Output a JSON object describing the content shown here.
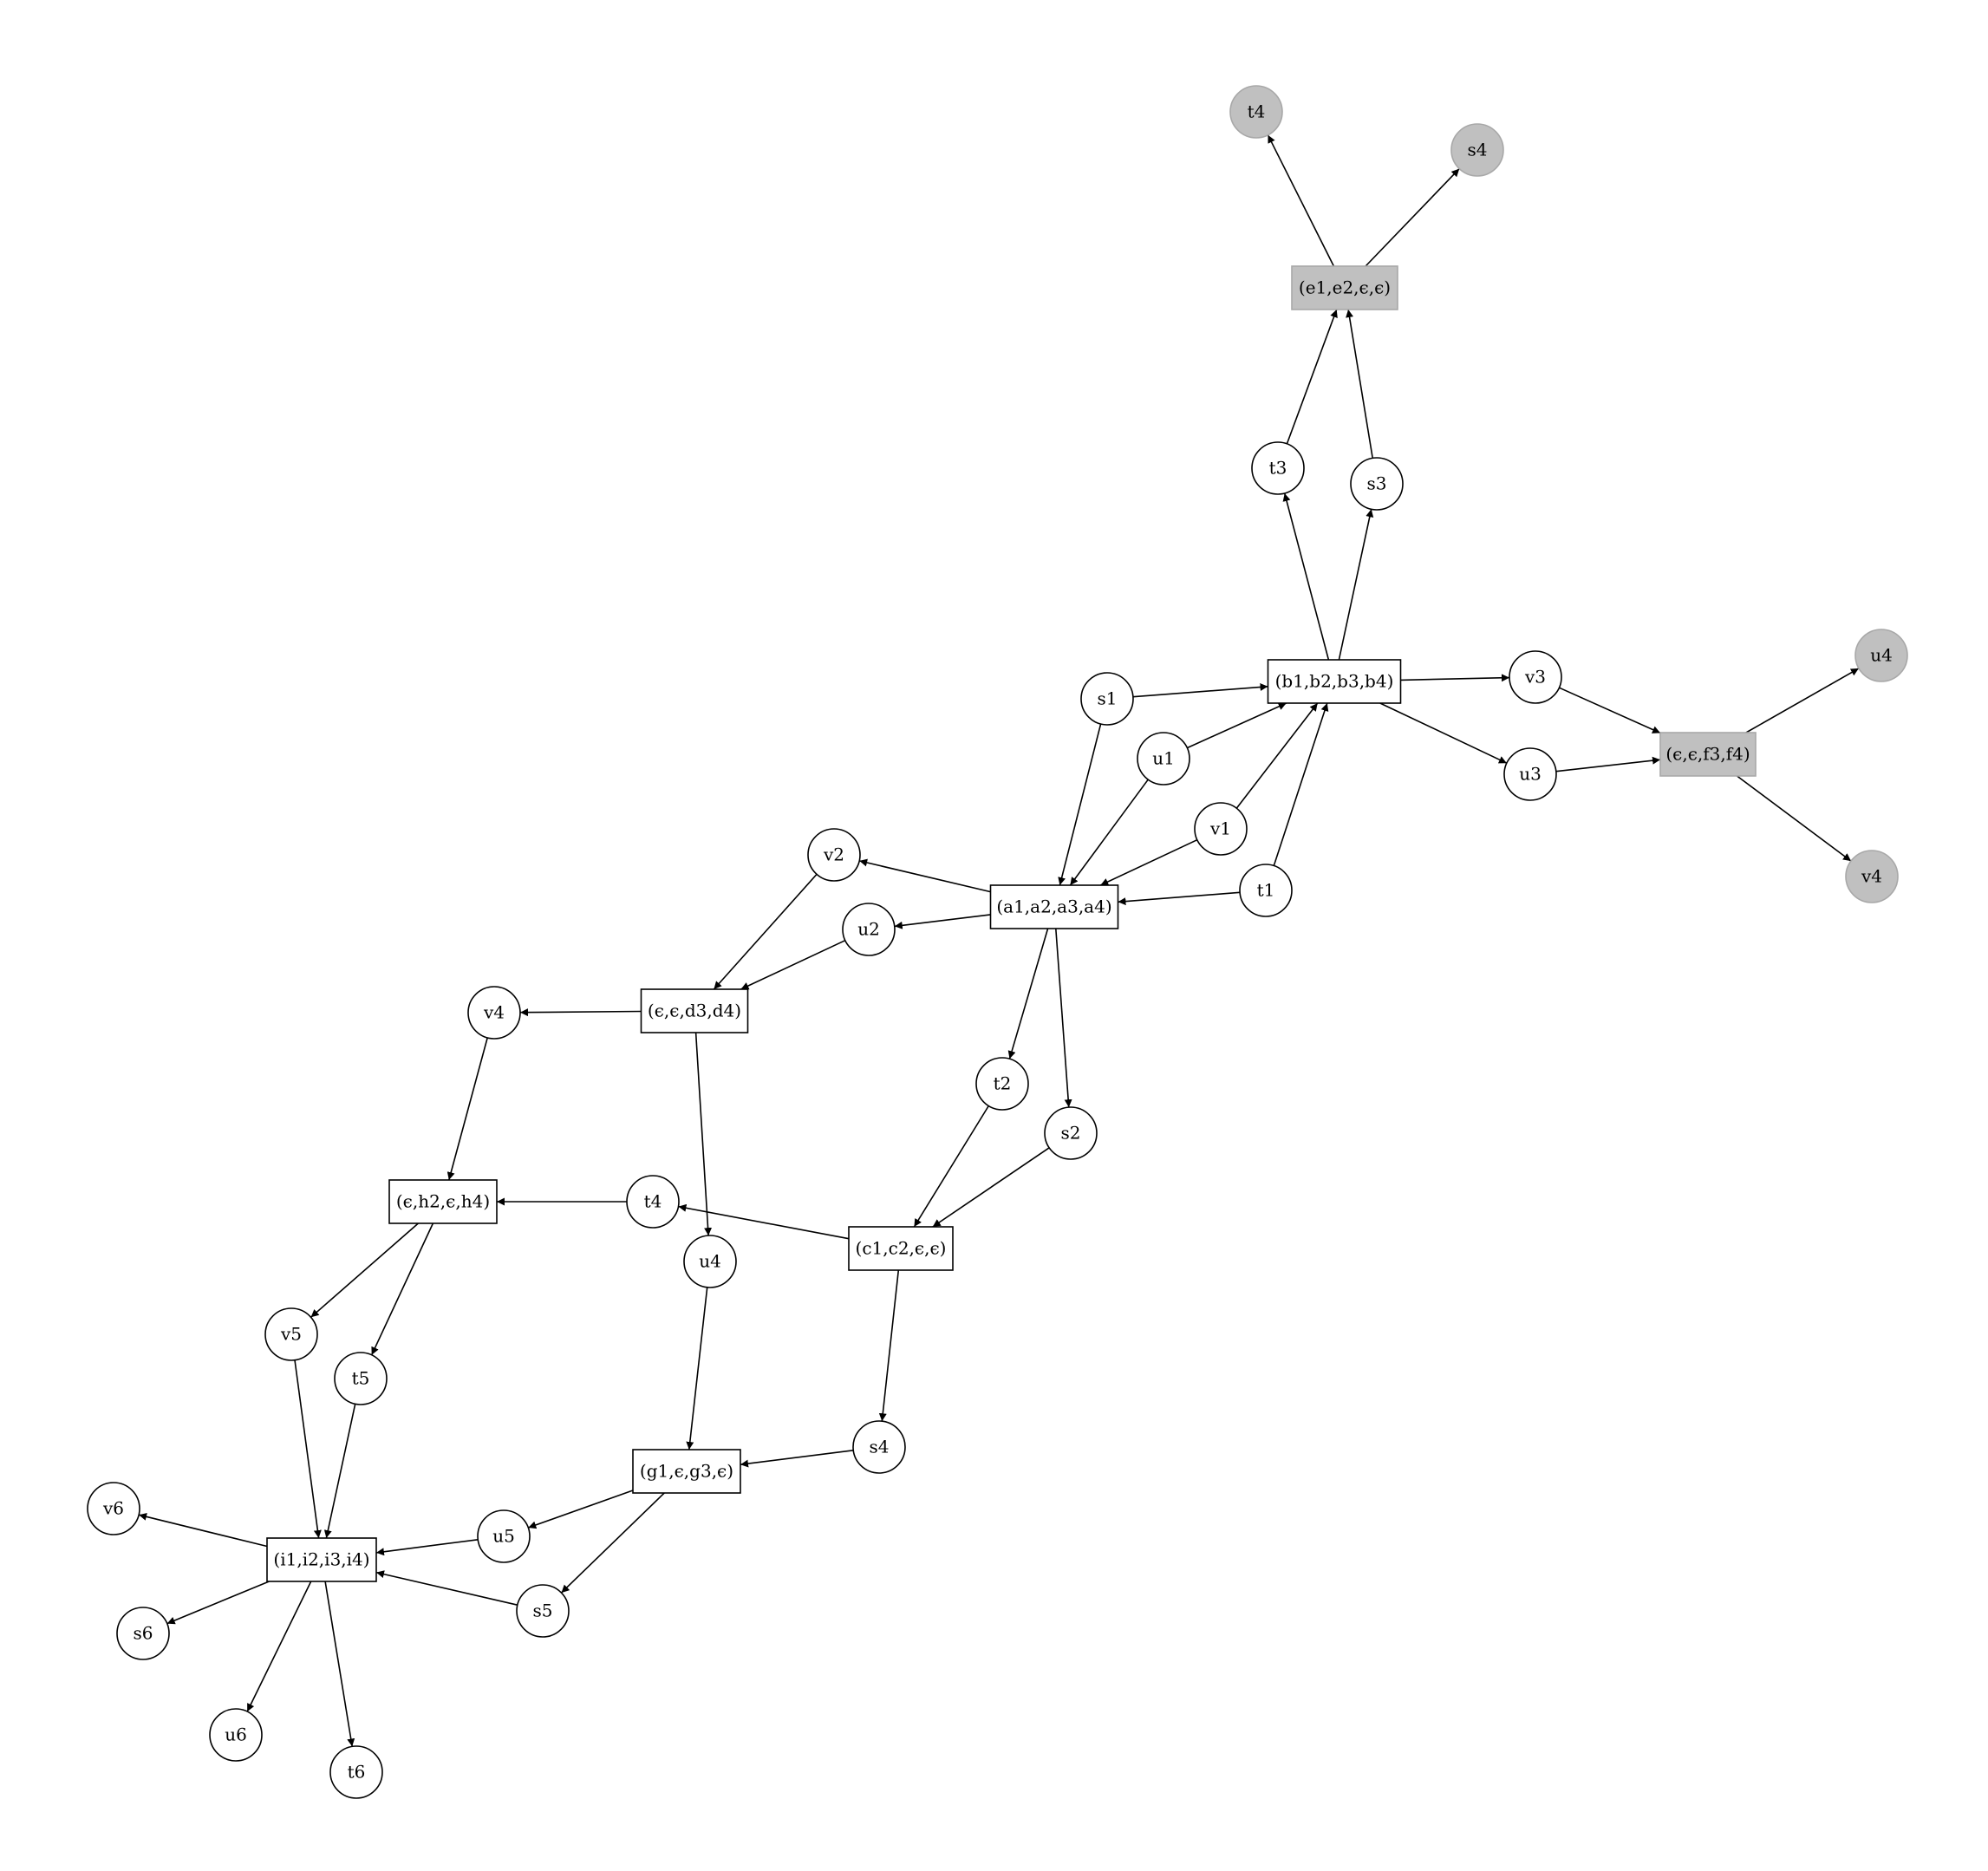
{
  "colors": {
    "normal_fill": "#ffffff",
    "normal_stroke": "#000000",
    "final_fill": "#c0c0c0",
    "final_stroke": "#a8a8a8",
    "edge": "#000000"
  },
  "places": [
    {
      "id": "t4_top",
      "label": "t4",
      "final": true
    },
    {
      "id": "s4_top",
      "label": "s4",
      "final": true
    },
    {
      "id": "t3",
      "label": "t3",
      "final": false
    },
    {
      "id": "s3",
      "label": "s3",
      "final": false
    },
    {
      "id": "s1",
      "label": "s1",
      "final": false
    },
    {
      "id": "u1",
      "label": "u1",
      "final": false
    },
    {
      "id": "v1",
      "label": "v1",
      "final": false
    },
    {
      "id": "t1",
      "label": "t1",
      "final": false
    },
    {
      "id": "v3",
      "label": "v3",
      "final": false
    },
    {
      "id": "u3",
      "label": "u3",
      "final": false
    },
    {
      "id": "u4_right",
      "label": "u4",
      "final": true
    },
    {
      "id": "v4_right",
      "label": "v4",
      "final": true
    },
    {
      "id": "v2",
      "label": "v2",
      "final": false
    },
    {
      "id": "u2",
      "label": "u2",
      "final": false
    },
    {
      "id": "t2",
      "label": "t2",
      "final": false
    },
    {
      "id": "s2",
      "label": "s2",
      "final": false
    },
    {
      "id": "v4",
      "label": "v4",
      "final": false
    },
    {
      "id": "t4",
      "label": "t4",
      "final": false
    },
    {
      "id": "u4",
      "label": "u4",
      "final": false
    },
    {
      "id": "v5",
      "label": "v5",
      "final": false
    },
    {
      "id": "t5",
      "label": "t5",
      "final": false
    },
    {
      "id": "s4",
      "label": "s4",
      "final": false
    },
    {
      "id": "u5",
      "label": "u5",
      "final": false
    },
    {
      "id": "s5",
      "label": "s5",
      "final": false
    },
    {
      "id": "v6",
      "label": "v6",
      "final": false
    },
    {
      "id": "s6",
      "label": "s6",
      "final": false
    },
    {
      "id": "u6",
      "label": "u6",
      "final": false
    },
    {
      "id": "t6",
      "label": "t6",
      "final": false
    }
  ],
  "transitions": [
    {
      "id": "e",
      "label": "(e1,e2,ϵ,ϵ)",
      "final": true
    },
    {
      "id": "b",
      "label": "(b1,b2,b3,b4)",
      "final": false
    },
    {
      "id": "f",
      "label": "(ϵ,ϵ,f3,f4)",
      "final": true
    },
    {
      "id": "a",
      "label": "(a1,a2,a3,a4)",
      "final": false
    },
    {
      "id": "d",
      "label": "(ϵ,ϵ,d3,d4)",
      "final": false
    },
    {
      "id": "h",
      "label": "(ϵ,h2,ϵ,h4)",
      "final": false
    },
    {
      "id": "c",
      "label": "(c1,c2,ϵ,ϵ)",
      "final": false
    },
    {
      "id": "g",
      "label": "(g1,ϵ,g3,ϵ)",
      "final": false
    },
    {
      "id": "i",
      "label": "(i1,i2,i3,i4)",
      "final": false
    }
  ],
  "edges": [
    {
      "from": "e",
      "to": "t4_top"
    },
    {
      "from": "e",
      "to": "s4_top"
    },
    {
      "from": "t3",
      "to": "e"
    },
    {
      "from": "s3",
      "to": "e"
    },
    {
      "from": "b",
      "to": "t3"
    },
    {
      "from": "b",
      "to": "s3"
    },
    {
      "from": "s1",
      "to": "b"
    },
    {
      "from": "u1",
      "to": "b"
    },
    {
      "from": "v1",
      "to": "b"
    },
    {
      "from": "t1",
      "to": "b"
    },
    {
      "from": "b",
      "to": "v3"
    },
    {
      "from": "b",
      "to": "u3"
    },
    {
      "from": "v3",
      "to": "f"
    },
    {
      "from": "u3",
      "to": "f"
    },
    {
      "from": "f",
      "to": "u4_right"
    },
    {
      "from": "f",
      "to": "v4_right"
    },
    {
      "from": "s1",
      "to": "a"
    },
    {
      "from": "u1",
      "to": "a"
    },
    {
      "from": "v1",
      "to": "a"
    },
    {
      "from": "t1",
      "to": "a"
    },
    {
      "from": "a",
      "to": "v2"
    },
    {
      "from": "a",
      "to": "u2"
    },
    {
      "from": "a",
      "to": "t2"
    },
    {
      "from": "a",
      "to": "s2"
    },
    {
      "from": "v2",
      "to": "d"
    },
    {
      "from": "u2",
      "to": "d"
    },
    {
      "from": "d",
      "to": "v4"
    },
    {
      "from": "d",
      "to": "u4"
    },
    {
      "from": "t2",
      "to": "c"
    },
    {
      "from": "s2",
      "to": "c"
    },
    {
      "from": "c",
      "to": "t4"
    },
    {
      "from": "c",
      "to": "s4"
    },
    {
      "from": "v4",
      "to": "h"
    },
    {
      "from": "t4",
      "to": "h"
    },
    {
      "from": "h",
      "to": "v5"
    },
    {
      "from": "h",
      "to": "t5"
    },
    {
      "from": "u4",
      "to": "g"
    },
    {
      "from": "s4",
      "to": "g"
    },
    {
      "from": "g",
      "to": "u5"
    },
    {
      "from": "g",
      "to": "s5"
    },
    {
      "from": "v5",
      "to": "i"
    },
    {
      "from": "t5",
      "to": "i"
    },
    {
      "from": "u5",
      "to": "i"
    },
    {
      "from": "s5",
      "to": "i"
    },
    {
      "from": "i",
      "to": "v6"
    },
    {
      "from": "i",
      "to": "s6"
    },
    {
      "from": "i",
      "to": "u6"
    },
    {
      "from": "i",
      "to": "t6"
    }
  ]
}
